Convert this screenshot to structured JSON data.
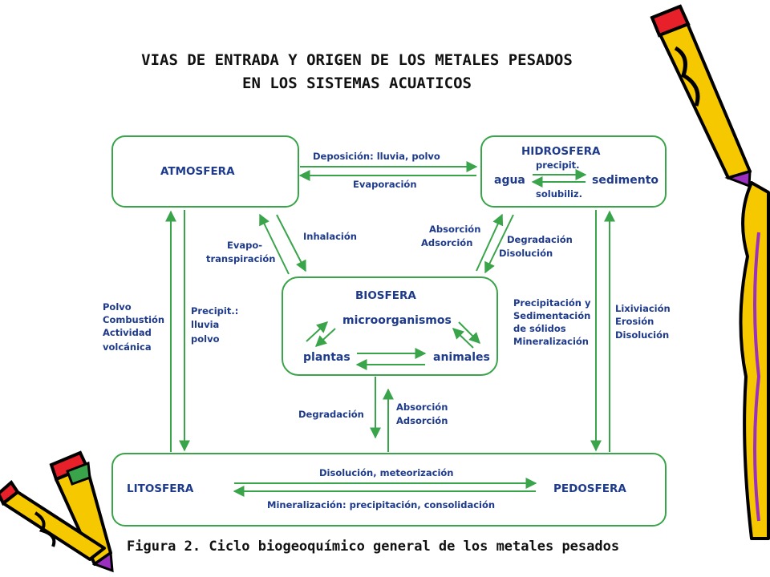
{
  "title": {
    "line1": "VIAS DE ENTRADA Y ORIGEN DE LOS METALES PESADOS",
    "line2": "EN LOS SISTEMAS ACUATICOS"
  },
  "caption": "Figura 2. Ciclo biogeoquímico general de los metales pesados",
  "colors": {
    "line": "#3aa44a",
    "text": "#1e3a8a",
    "pencil_yellow": "#f5c800",
    "pencil_red": "#e8202a",
    "pencil_purple": "#9b2fc0"
  },
  "nodes": {
    "atmosfera": "ATMOSFERA",
    "hidrosfera": "HIDROSFERA",
    "biosfera": "BIOSFERA",
    "litosfera": "LITOSFERA",
    "pedosfera": "PEDOSFERA"
  },
  "hidrosfera_inner": {
    "agua": "agua",
    "sedimento": "sedimento",
    "precipit": "precipit.",
    "solubiliz": "solubiliz."
  },
  "biosfera_inner": {
    "microorganismos": "microorganismos",
    "plantas": "plantas",
    "animales": "animales"
  },
  "labels": {
    "deposicion": "Deposición: lluvia, polvo",
    "evaporacion": "Evaporación",
    "evapo_1": "Evapo-",
    "evapo_2": "transpiración",
    "inhalacion": "Inhalación",
    "absorcion_top_1": "Absorción",
    "absorcion_top_2": "Adsorción",
    "degradacion_top_1": "Degradación",
    "degradacion_top_2": "Disolución",
    "polvo_1": "Polvo",
    "polvo_2": "Combustión",
    "polvo_3": "Actividad",
    "polvo_4": "volcánica",
    "precip_1": "Precipit.:",
    "precip_2": "lluvia",
    "precip_3": "polvo",
    "precip_sed_1": "Precipitación y",
    "precip_sed_2": "Sedimentación",
    "precip_sed_3": "de sólidos",
    "precip_sed_4": "Mineralización",
    "lixiv_1": "Lixiviación",
    "lixiv_2": "Erosión",
    "lixiv_3": "Disolución",
    "degradacion_bottom": "Degradación",
    "absorcion_bottom_1": "Absorción",
    "absorcion_bottom_2": "Adsorción",
    "disolucion_meteor": "Disolución, meteorización",
    "mineralizacion": "Mineralización: precipitación, consolidación"
  }
}
